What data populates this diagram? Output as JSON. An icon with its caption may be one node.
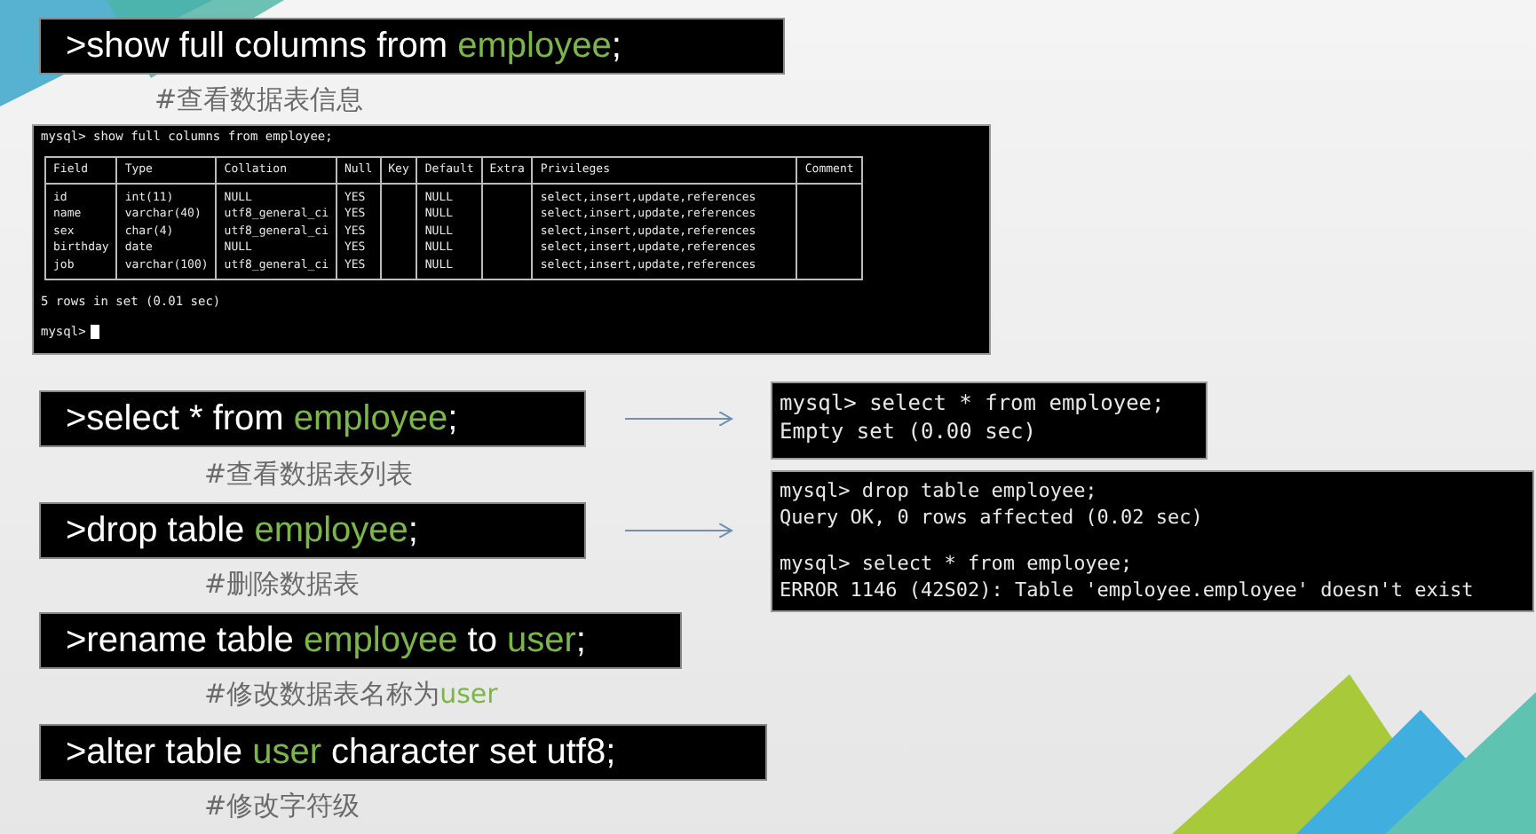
{
  "diagram": {
    "nodes": [
      {
        "text": [
          ">show full columns from **employee**;"
        ],
        "beside": [
          "#查看数据表信息"
        ]
      },
      {
        "text": [
          "mysql> show full columns from employee;",
          "5 rows in set (0.01 sec)",
          "mysql>"
        ]
      },
      {
        "text": [
          ">select * from **employee**;"
        ],
        "beside": [
          "#查看数据表列表"
        ]
      },
      {
        "text": [
          ">drop table **employee**;"
        ],
        "beside": [
          "#删除数据表"
        ]
      },
      {
        "text": [
          ">rename table **employee** to **user**;"
        ],
        "beside": [
          "#修改数据表名称为**user**"
        ]
      },
      {
        "text": [
          ">alter table **user** character set utf8;"
        ],
        "beside": [
          "#修改字符级"
        ]
      },
      {
        "text": [
          "mysql> select * from employee;",
          "Empty set (0.00 sec)"
        ]
      },
      {
        "text": [
          "mysql> drop table employee;",
          "Query OK, 0 rows affected (0.02 sec)",
          "mysql> select * from employee;",
          "ERROR 1146 (42S02): Table 'employee.employee' doesn't exist"
        ]
      }
    ],
    "edges": [
      {
        "from": 2,
        "to": 6,
        "arrow": "to"
      },
      {
        "from": 3,
        "to": 7,
        "arrow": "to"
      }
    ],
    "labels": [
      "Field",
      "Type",
      "Collation",
      "Null",
      "Key",
      "Default",
      "Extra",
      "Privileges",
      "Comment",
      "id",
      "int(11)",
      "NULL",
      "YES",
      "NULL",
      "select,insert,update,references",
      "name",
      "varchar(40)",
      "utf8_general_ci",
      "YES",
      "NULL",
      "select,insert,update,references",
      "sex",
      "char(4)",
      "utf8_general_ci",
      "YES",
      "NULL",
      "select,insert,update,references",
      "birthday",
      "date",
      "NULL",
      "YES",
      "NULL",
      "select,insert,update,references",
      "job",
      "varchar(100)",
      "utf8_general_ci",
      "YES",
      "NULL",
      "select,insert,update,references"
    ]
  }
}
